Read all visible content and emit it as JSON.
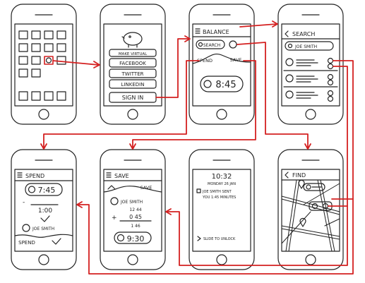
{
  "screens": {
    "balance": {
      "title": "BALANCE",
      "search_button": "SEARCH",
      "spend_tab": "SPEND",
      "save_tab": "SAVE",
      "amount": "8:45"
    },
    "login": {
      "buttons": [
        "MAKE VIRTUAL",
        "FACEBOOK",
        "TWITTER",
        "LINKEDIN"
      ],
      "sign_in": "SIGN IN"
    },
    "search": {
      "title": "SEARCH",
      "query": "JOE SMITH"
    },
    "spend": {
      "title": "SPEND",
      "amount": "7:45",
      "minus": "-",
      "value": "1:00",
      "person": "JOE SMITH",
      "bottom_label": "SPEND"
    },
    "save": {
      "title": "SAVE",
      "save_tab": "SAVE",
      "person": "JOE SMITH",
      "plus": "+",
      "line1": "12  44",
      "line2": "0  45",
      "line3": "1  46",
      "amount": "9:30"
    },
    "lock": {
      "time": "10:32",
      "date": "MONDAY 26 JAN",
      "notification_line1": "JOE SMITH SENT",
      "notification_line2": "YOU 1:45 MINUTES",
      "slide": "SLIDE TO UNLOCK"
    },
    "find": {
      "title": "FIND"
    }
  },
  "colors": {
    "sketch": "#222222",
    "flow": "#d42020"
  }
}
